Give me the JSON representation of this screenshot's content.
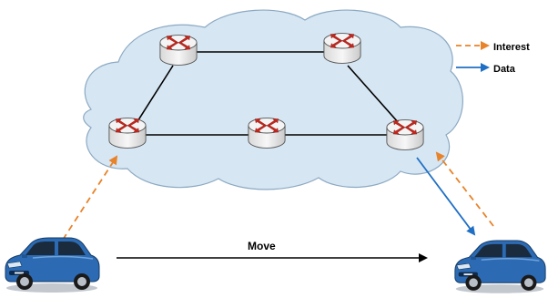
{
  "legend": {
    "interest_label": "Interest",
    "data_label": "Data"
  },
  "movement": {
    "label": "Move"
  },
  "colors": {
    "interest_arrow": "#E8832A",
    "data_arrow": "#1F6FC5",
    "cloud_fill": "#D6E6F3",
    "cloud_stroke": "#8CA9C2",
    "router_body": "#EFEFEF",
    "router_arrow": "#C0271D",
    "car_body": "#2C6BB4"
  },
  "icons": {
    "router": "router-icon",
    "car": "car-icon",
    "cloud": "network-cloud"
  }
}
